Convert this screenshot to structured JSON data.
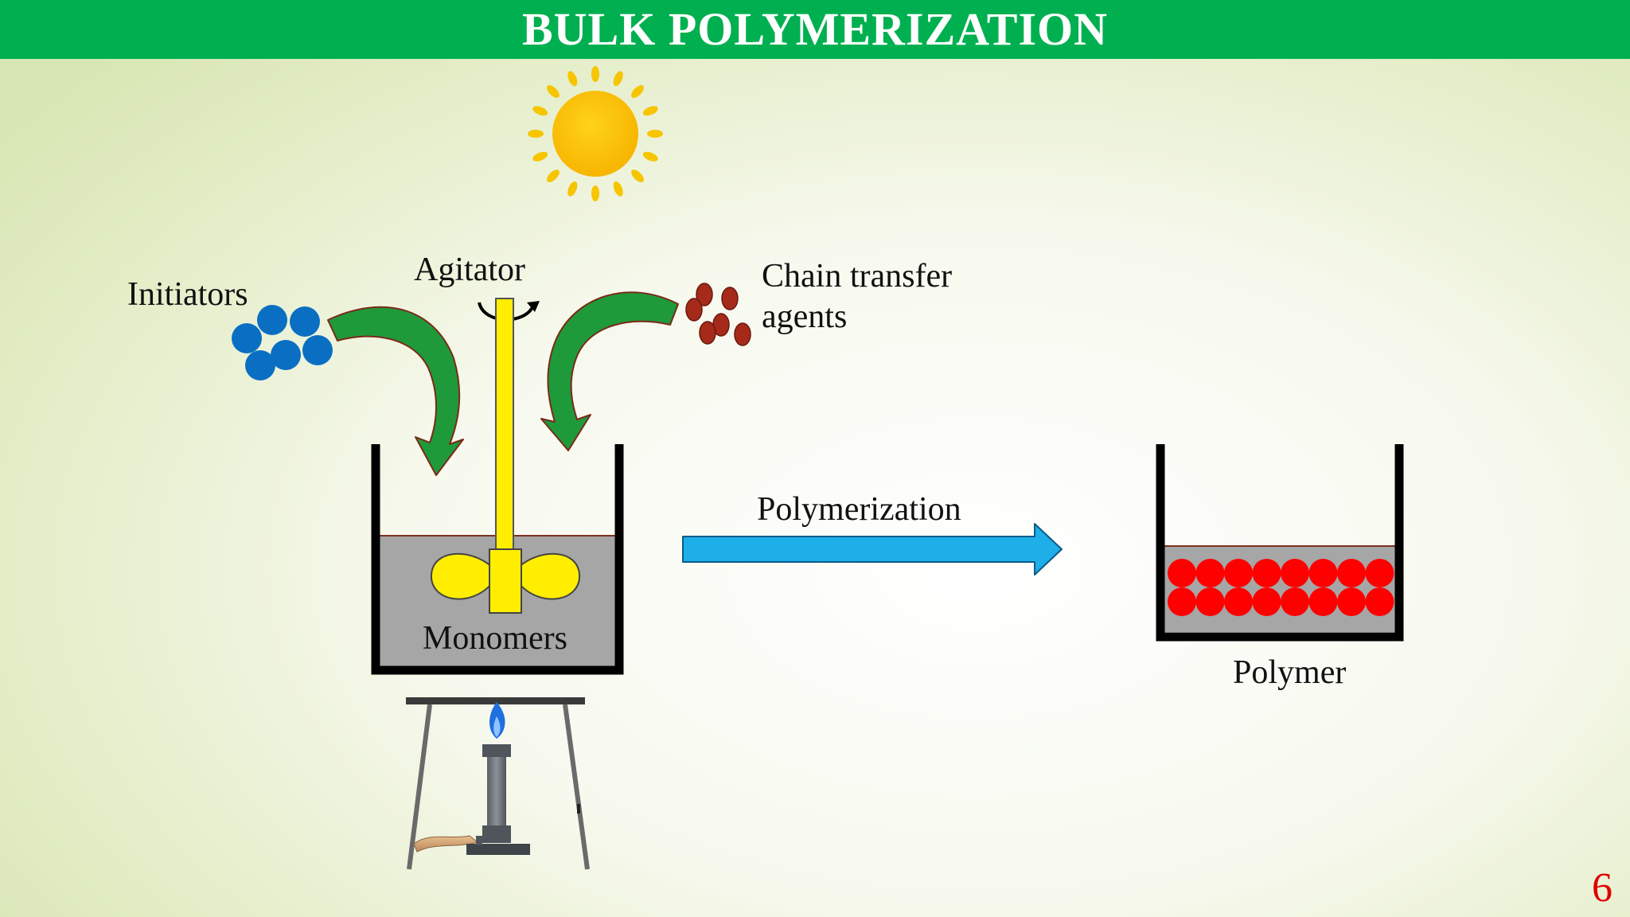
{
  "slide": {
    "title": "BULK POLYMERIZATION",
    "page_number": "6"
  },
  "labels": {
    "initiators": "Initiators",
    "agitator": "Agitator",
    "chain_transfer_line1": "Chain transfer",
    "chain_transfer_line2": "agents",
    "polymerization": "Polymerization",
    "monomers": "Monomers",
    "polymer": "Polymer"
  },
  "colors": {
    "title_bar": "#00b050",
    "initiator_particles": "#0a6fc2",
    "chain_transfer_particles": "#a52a1a",
    "polymer_particles": "#ff0000",
    "process_arrow": "#1eaee8",
    "curved_arrows": "#1e9a3a",
    "agitator": "#ffee00",
    "liquid": "#a6a6a6",
    "page_number": "#e00000"
  },
  "icons": [
    "sun-icon",
    "bunsen-burner-icon",
    "flame-icon",
    "rotation-arrow-icon"
  ]
}
